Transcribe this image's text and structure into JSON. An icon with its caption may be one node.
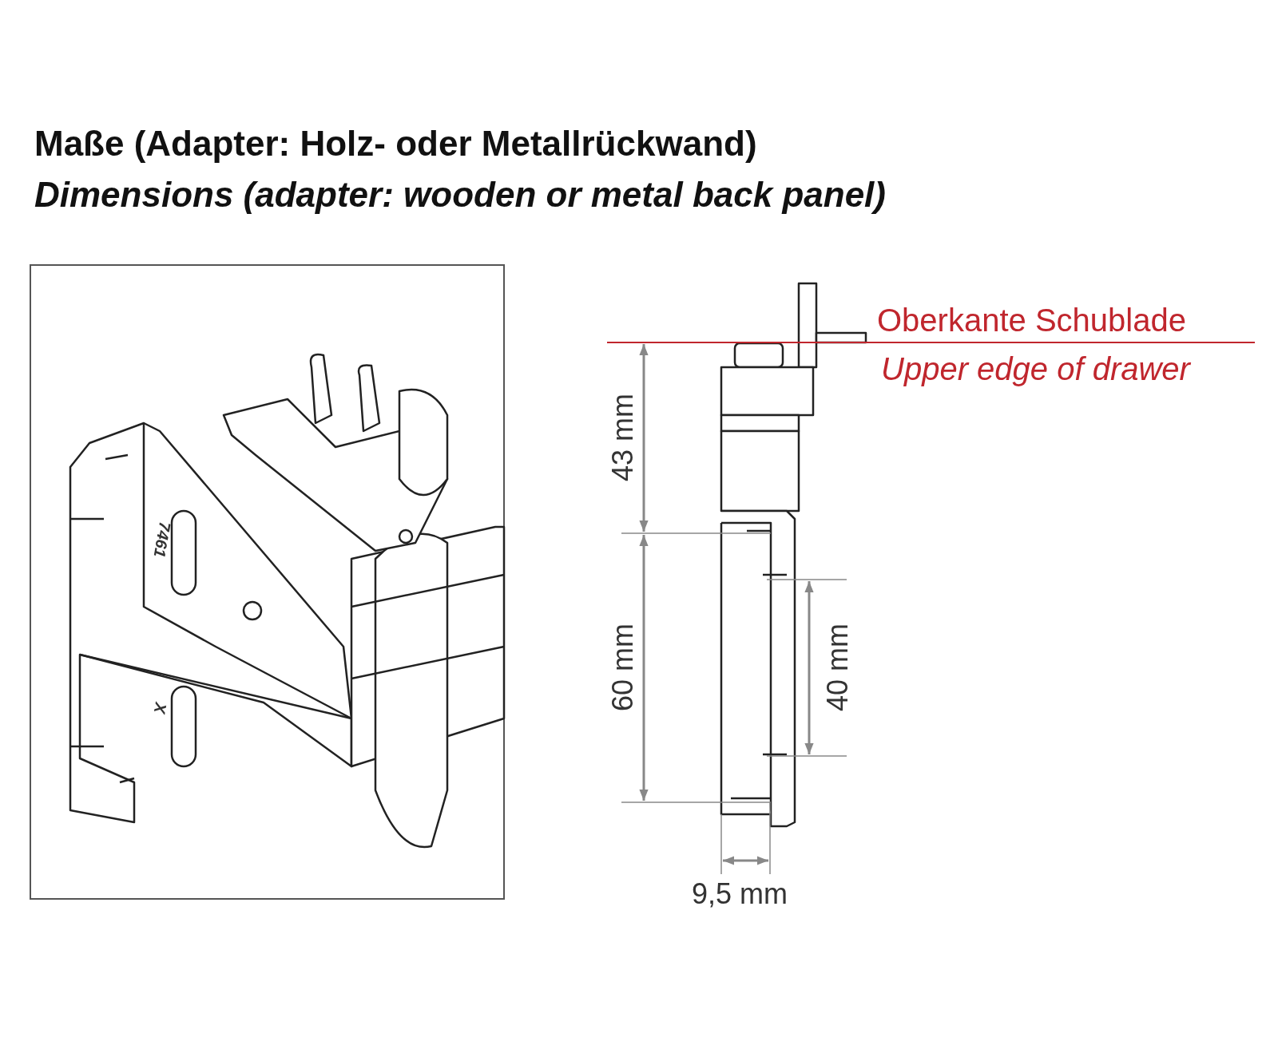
{
  "diagram": {
    "title": "Maße (Adapter: Holz- oder Metallrückwand)",
    "labels": [
      "Dimensions (adapter: wooden or metal back panel)",
      "Oberkante Schublade",
      "Upper edge of drawer",
      "43 mm",
      "60 mm",
      "40 mm",
      "9,5 mm",
      "7461",
      "X"
    ]
  }
}
